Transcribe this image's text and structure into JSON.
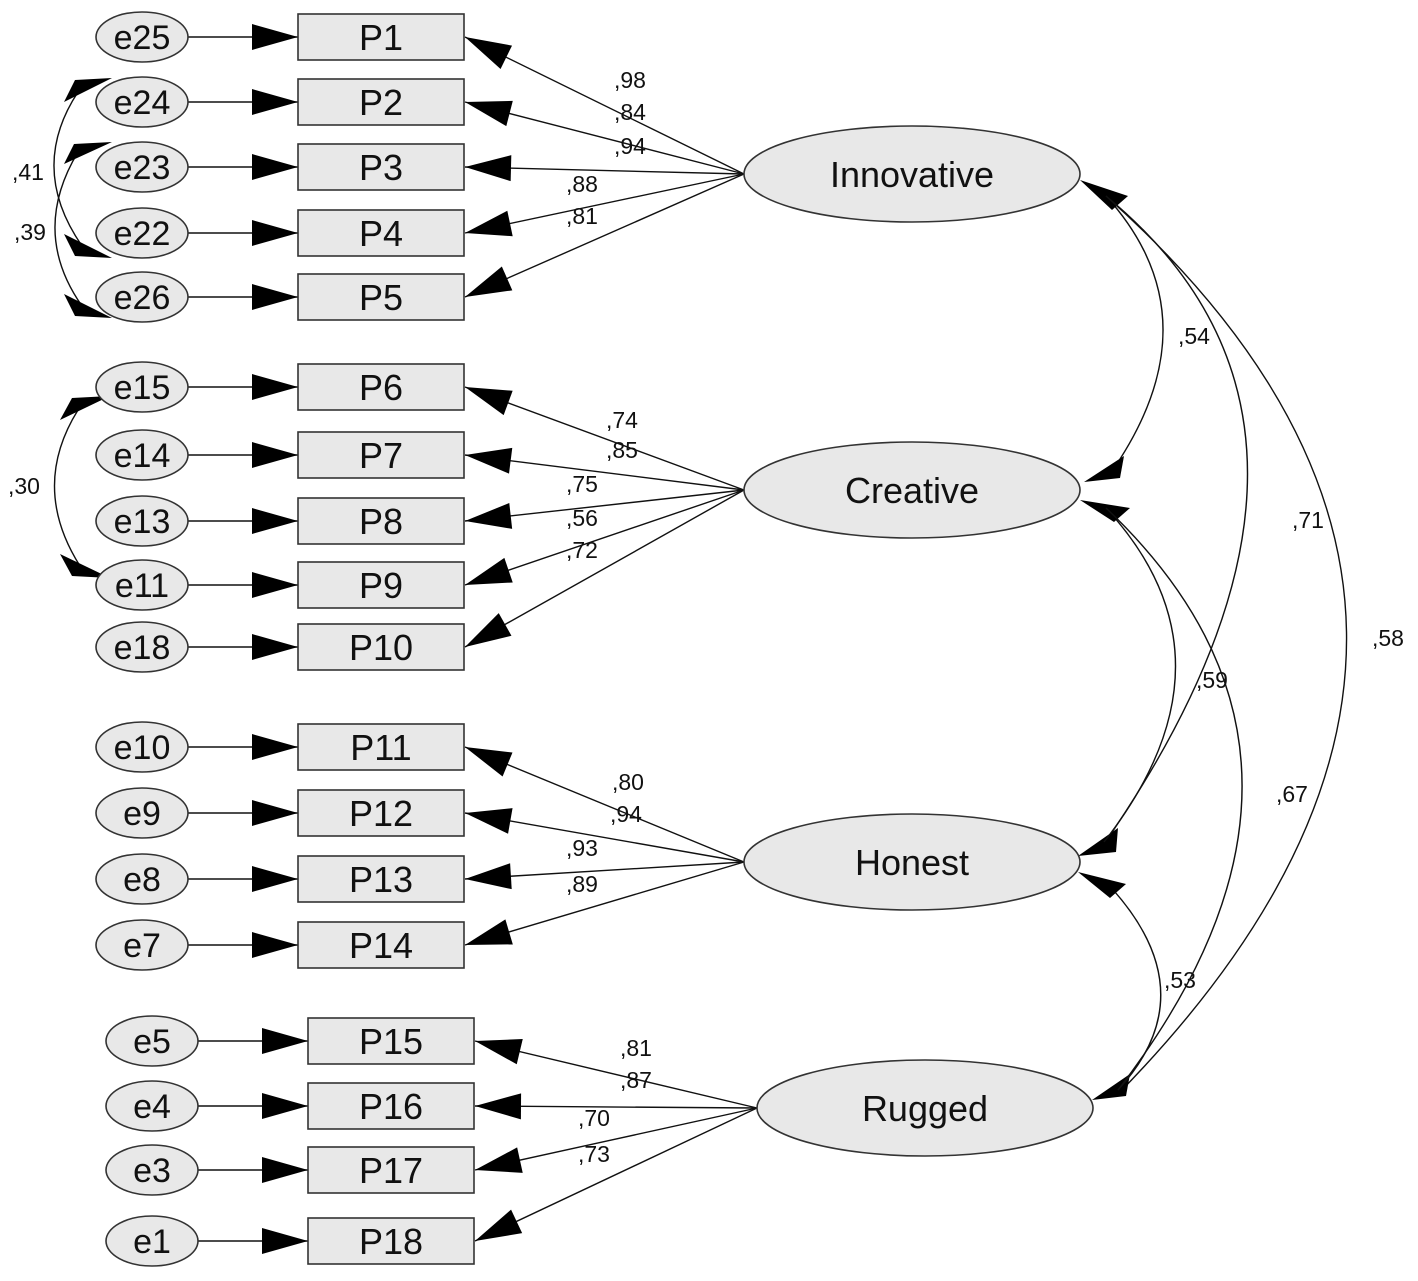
{
  "colors": {
    "box_fill": "#e8e8e8",
    "stroke": "#333333",
    "text": "#111111",
    "arrow": "#000000",
    "background": "#ffffff"
  },
  "latents": [
    {
      "id": "innovative",
      "label": "Innovative"
    },
    {
      "id": "creative",
      "label": "Creative"
    },
    {
      "id": "honest",
      "label": "Honest"
    },
    {
      "id": "rugged",
      "label": "Rugged"
    }
  ],
  "indicators": [
    {
      "id": "P1",
      "label": "P1",
      "error": "e25",
      "factor": "innovative",
      "loading": ",98"
    },
    {
      "id": "P2",
      "label": "P2",
      "error": "e24",
      "factor": "innovative",
      "loading": ",84"
    },
    {
      "id": "P3",
      "label": "P3",
      "error": "e23",
      "factor": "innovative",
      "loading": ",94"
    },
    {
      "id": "P4",
      "label": "P4",
      "error": "e22",
      "factor": "innovative",
      "loading": ",88"
    },
    {
      "id": "P5",
      "label": "P5",
      "error": "e26",
      "factor": "innovative",
      "loading": ",81"
    },
    {
      "id": "P6",
      "label": "P6",
      "error": "e15",
      "factor": "creative",
      "loading": ",74"
    },
    {
      "id": "P7",
      "label": "P7",
      "error": "e14",
      "factor": "creative",
      "loading": ",85"
    },
    {
      "id": "P8",
      "label": "P8",
      "error": "e13",
      "factor": "creative",
      "loading": ",75"
    },
    {
      "id": "P9",
      "label": "P9",
      "error": "e11",
      "factor": "creative",
      "loading": ",56"
    },
    {
      "id": "P10",
      "label": "P10",
      "error": "e18",
      "factor": "creative",
      "loading": ",72"
    },
    {
      "id": "P11",
      "label": "P11",
      "error": "e10",
      "factor": "honest",
      "loading": ",80"
    },
    {
      "id": "P12",
      "label": "P12",
      "error": "e9",
      "factor": "honest",
      "loading": ",94"
    },
    {
      "id": "P13",
      "label": "P13",
      "error": "e8",
      "factor": "honest",
      "loading": ",93"
    },
    {
      "id": "P14",
      "label": "P14",
      "error": "e7",
      "factor": "honest",
      "loading": ",89"
    },
    {
      "id": "P15",
      "label": "P15",
      "error": "e5",
      "factor": "rugged",
      "loading": ",81"
    },
    {
      "id": "P16",
      "label": "P16",
      "error": "e4",
      "factor": "rugged",
      "loading": ",87"
    },
    {
      "id": "P17",
      "label": "P17",
      "error": "e3",
      "factor": "rugged",
      "loading": ",70"
    },
    {
      "id": "P18",
      "label": "P18",
      "error": "e1",
      "factor": "rugged",
      "loading": ",73"
    }
  ],
  "error_covariances": [
    {
      "from": "e24",
      "to": "e22",
      "value": ",41"
    },
    {
      "from": "e23",
      "to": "e26",
      "value": ",39"
    },
    {
      "from": "e15",
      "to": "e11",
      "value": ",30"
    }
  ],
  "factor_correlations": [
    {
      "from": "innovative",
      "to": "creative",
      "value": ",54"
    },
    {
      "from": "innovative",
      "to": "honest",
      "value": ",71"
    },
    {
      "from": "innovative",
      "to": "rugged",
      "value": ",58"
    },
    {
      "from": "creative",
      "to": "honest",
      "value": ",59"
    },
    {
      "from": "creative",
      "to": "rugged",
      "value": ",67"
    },
    {
      "from": "honest",
      "to": "rugged",
      "value": ",53"
    }
  ]
}
